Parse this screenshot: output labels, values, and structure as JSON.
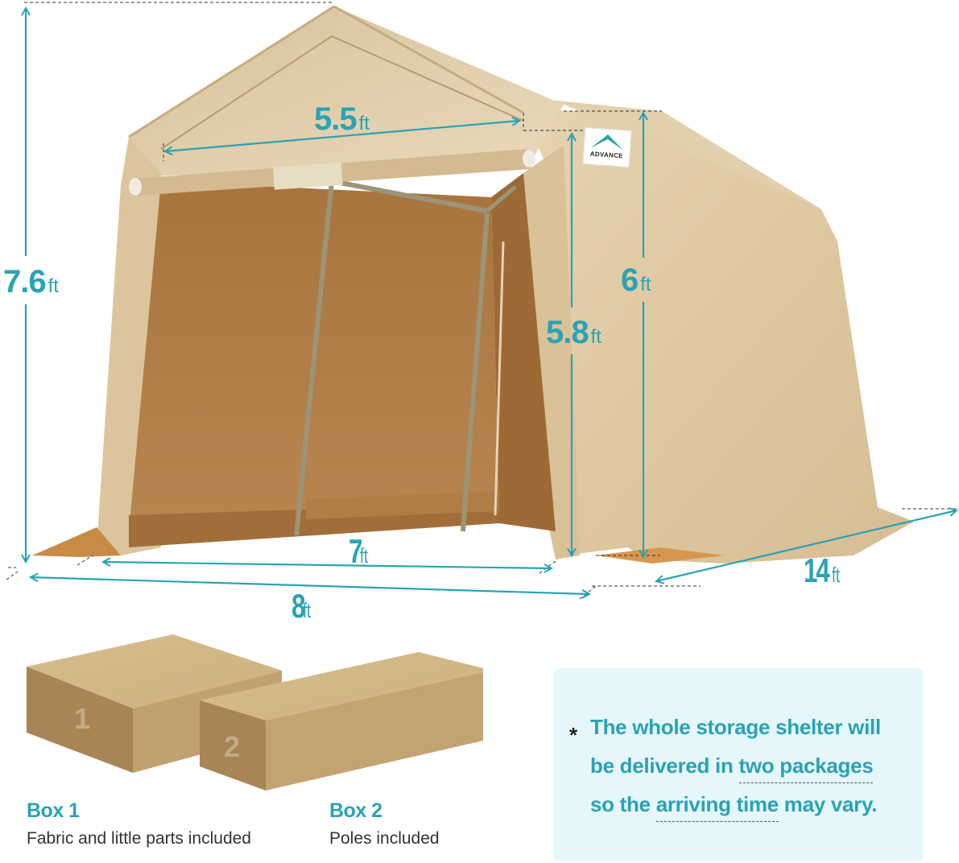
{
  "product": {
    "brand_logo": "ADVANCE",
    "colors": {
      "accent": "#2aa3b5",
      "fabric_light": "#ddc7a1",
      "fabric_mid": "#cfb48a",
      "fabric_inner": "#b07c45",
      "note_bg": "#e6f7fb",
      "text_dark": "#333333"
    }
  },
  "dimensions": {
    "total_height": {
      "value": "7.6",
      "unit": "ft"
    },
    "peak_width": {
      "value": "5.5",
      "unit": "ft"
    },
    "side_height": {
      "value": "6",
      "unit": "ft"
    },
    "door_height": {
      "value": "5.8",
      "unit": "ft"
    },
    "door_width": {
      "value": "7",
      "unit": "ft"
    },
    "total_width": {
      "value": "8",
      "unit": "ft"
    },
    "length": {
      "value": "14",
      "unit": "ft"
    }
  },
  "packages": [
    {
      "number": "1",
      "title": "Box 1",
      "description": "Fabric and little parts included"
    },
    {
      "number": "2",
      "title": "Box 2",
      "description": "Poles included"
    }
  ],
  "note": {
    "marker": "*",
    "lines": [
      {
        "pre": "The whole storage shelter will",
        "under": "",
        "post": ""
      },
      {
        "pre": "be delivered in ",
        "under": "two packages",
        "post": ""
      },
      {
        "pre": "so the ",
        "under": "arriving time",
        "post": " may vary."
      }
    ]
  }
}
